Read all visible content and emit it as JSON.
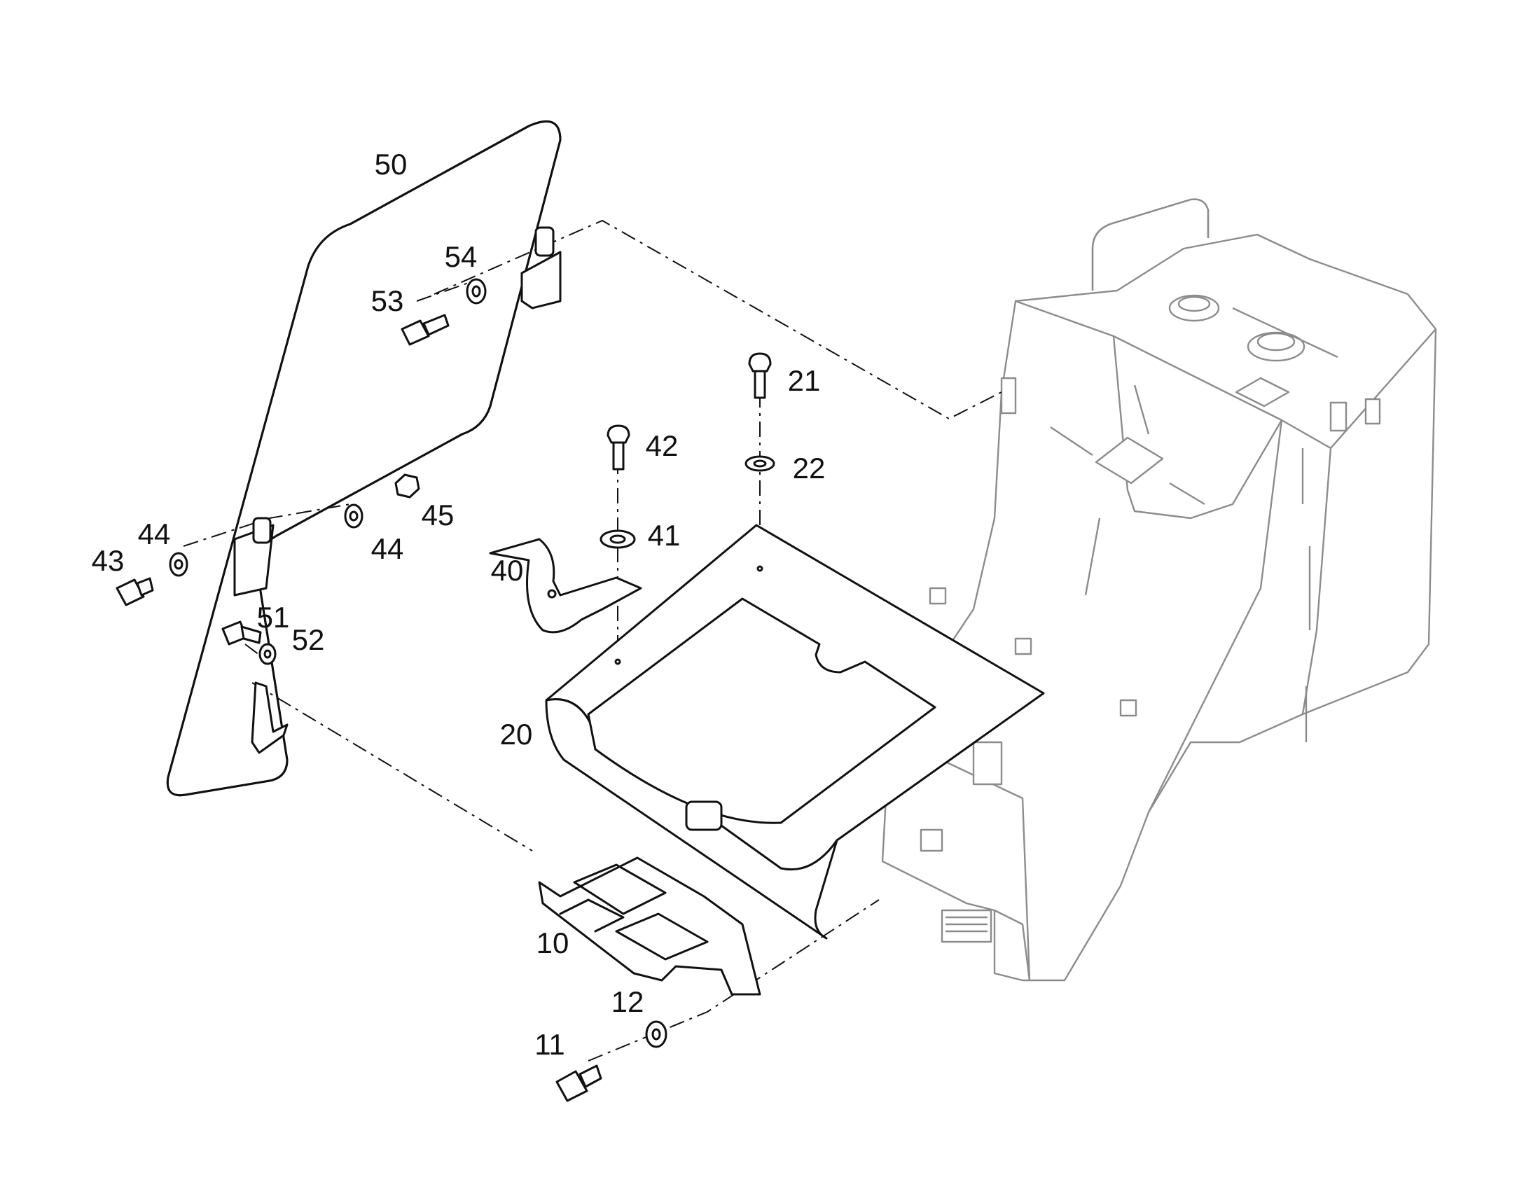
{
  "diagram": {
    "type": "exploded-parts-view",
    "callouts": [
      {
        "id": "c50",
        "label": "50"
      },
      {
        "id": "c54",
        "label": "54"
      },
      {
        "id": "c53",
        "label": "53"
      },
      {
        "id": "c21",
        "label": "21"
      },
      {
        "id": "c42",
        "label": "42"
      },
      {
        "id": "c22",
        "label": "22"
      },
      {
        "id": "c44a",
        "label": "44"
      },
      {
        "id": "c45",
        "label": "45"
      },
      {
        "id": "c43",
        "label": "43"
      },
      {
        "id": "c44b",
        "label": "44"
      },
      {
        "id": "c41",
        "label": "41"
      },
      {
        "id": "c40",
        "label": "40"
      },
      {
        "id": "c51",
        "label": "51"
      },
      {
        "id": "c52",
        "label": "52"
      },
      {
        "id": "c20",
        "label": "20"
      },
      {
        "id": "c10",
        "label": "10"
      },
      {
        "id": "c12",
        "label": "12"
      },
      {
        "id": "c11",
        "label": "11"
      }
    ],
    "colors": {
      "line": "#111111",
      "frame_line": "#8c8c8c",
      "background": "#ffffff"
    }
  }
}
